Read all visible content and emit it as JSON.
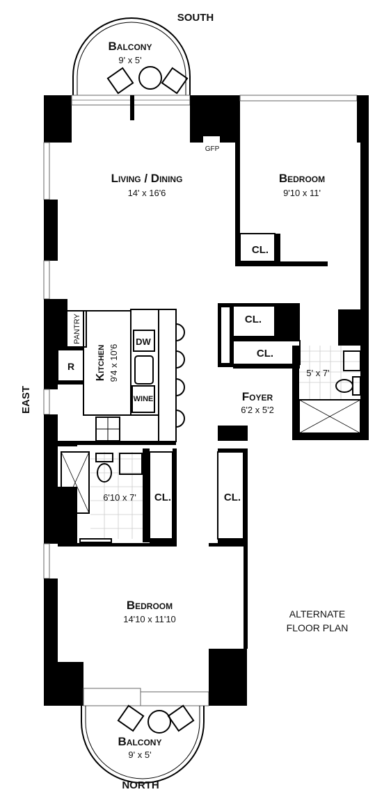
{
  "compass": {
    "south": "SOUTH",
    "north": "NORTH",
    "east": "EAST"
  },
  "balcony_south": {
    "name": "Balcony",
    "dims": "9' x 5'"
  },
  "balcony_north": {
    "name": "Balcony",
    "dims": "9' x 5'"
  },
  "living_dining": {
    "name": "Living / Dining",
    "dims": "14' x 16'6"
  },
  "bedroom_south": {
    "name": "Bedroom",
    "dims": "9'10 x 11'"
  },
  "bedroom_north": {
    "name": "Bedroom",
    "dims": "14'10 x 11'10"
  },
  "kitchen": {
    "name": "Kitchen",
    "dims": "9'4 x 10'6",
    "pantry": "PANTRY",
    "fridge": "R",
    "dishwasher": "DW",
    "wine": "WINE"
  },
  "foyer": {
    "name": "Foyer",
    "dims": "6'2 x 5'2"
  },
  "bath_east": {
    "dims": "5' x 7'"
  },
  "bath_west": {
    "dims": "6'10 x 7'"
  },
  "fireplace": "GFP",
  "closet_label": "CL.",
  "note": [
    "ALTERNATE",
    "FLOOR PLAN"
  ]
}
